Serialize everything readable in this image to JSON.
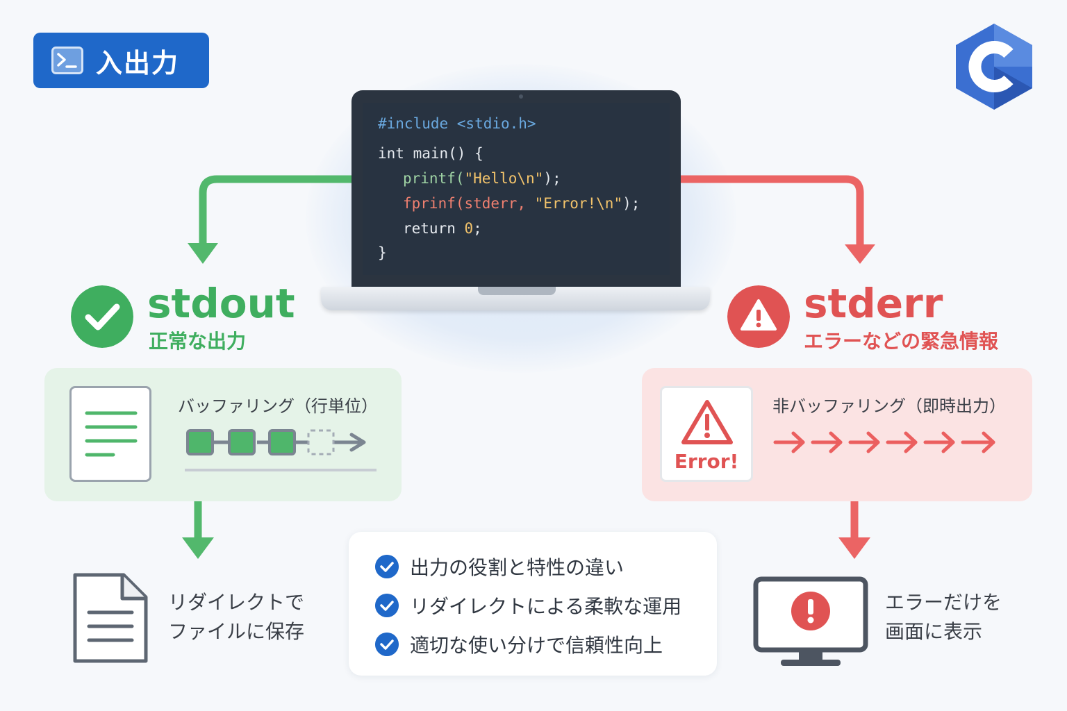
{
  "badge": {
    "label": "入出力",
    "icon": "terminal-icon",
    "color": "#1f68c9"
  },
  "logo": {
    "icon": "c-language-logo-icon",
    "color": "#3b6fd1"
  },
  "code": {
    "line1": "#include <stdio.h>",
    "line2": "int main() {",
    "line3_fn": "printf(",
    "line3_str": "\"Hello\\n\"",
    "line3_end": ");",
    "line4_fn": "fprinf(stderr, ",
    "line4_str": "\"Error!\\n\"",
    "line4_end": ");",
    "line5_kw": "return ",
    "line5_num": "0",
    "line5_end": ";",
    "line6": "}"
  },
  "stdout": {
    "title": "stdout",
    "subtitle": "正常な出力",
    "panel_title": "バッファリング（行単位）",
    "note_line1": "リダイレクトで",
    "note_line2": "ファイルに保存",
    "color": "#3fae5f"
  },
  "stderr": {
    "title": "stderr",
    "subtitle": "エラーなどの緊急情報",
    "panel_title": "非バッファリング（即時出力）",
    "card_label": "Error!",
    "note_line1": "エラーだけを",
    "note_line2": "画面に表示",
    "color": "#e05353"
  },
  "summary": {
    "items": [
      "出力の役割と特性の違い",
      "リダイレクトによる柔軟な運用",
      "適切な使い分けで信頼性向上"
    ]
  }
}
